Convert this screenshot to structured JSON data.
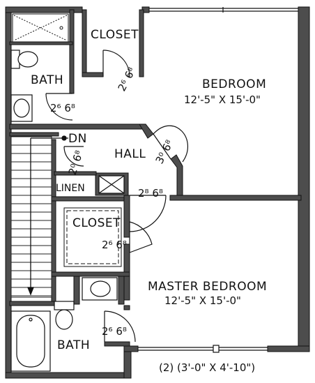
{
  "plan": {
    "line_color": "#1a1a1a",
    "wall_color": "#4d4d4d",
    "background": "#ffffff"
  },
  "rooms": {
    "bath_top": "BATH",
    "closet_top": "CLOSET",
    "bedroom": "BEDROOM",
    "bedroom_dims": "12'-5\" X 15'-0\"",
    "hall": "HALL",
    "dn": "DN",
    "linen": "LINEN",
    "closet_master": "CLOSET",
    "master_bedroom": "MASTER BEDROOM",
    "master_dims": "12'-5\" X 15'-0\"",
    "bath_bottom": "BATH",
    "window_note": "(2) (3'-0\" X 4'-10\")"
  },
  "doors": {
    "closet_top": "2⁶ 6⁸",
    "bath_top": "2⁶ 6⁸",
    "bedroom": "3⁰ 6⁸",
    "stair": "2⁰ 6⁸",
    "master": "2⁸ 6⁸",
    "closet_master": "2⁶ 6⁸",
    "bath_bottom": "2⁶ 6⁸"
  }
}
